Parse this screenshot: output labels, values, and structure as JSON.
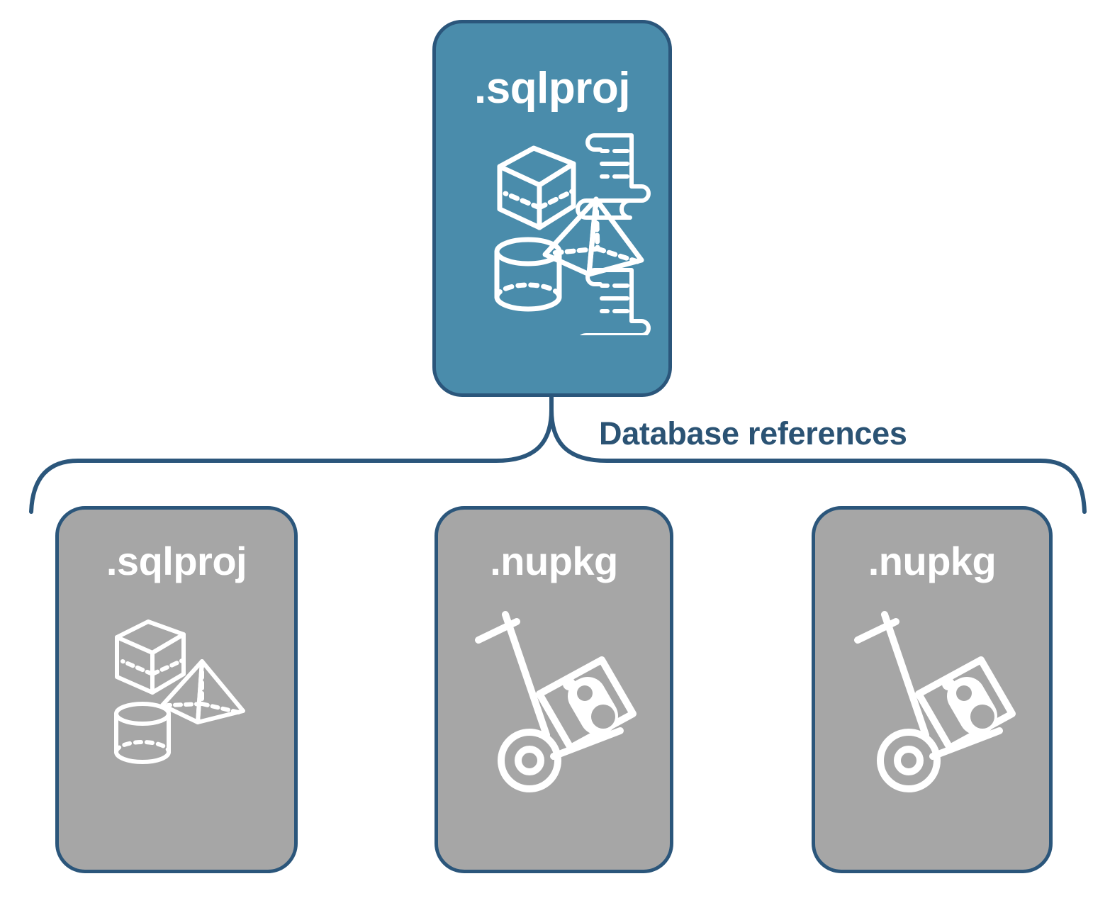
{
  "diagram": {
    "title_text": "Database references",
    "colors": {
      "card_border": "#2b567b",
      "card_teal_fill": "#4a8cab",
      "card_gray_fill": "#a6a6a6",
      "label_text": "#2b5374",
      "icon_stroke": "#ffffff",
      "background": "#ffffff"
    },
    "parent": {
      "label": ".sqlproj",
      "fill": "teal",
      "icons": [
        "cube-icon",
        "scroll-icon",
        "pyramid-icon",
        "cylinder-icon",
        "scroll-icon"
      ]
    },
    "connector": {
      "label": "Database references",
      "style": "curly-brace",
      "direction": "one-to-many"
    },
    "children": [
      {
        "label": ".sqlproj",
        "fill": "gray",
        "icons": [
          "cube-icon",
          "pyramid-icon",
          "cylinder-icon"
        ]
      },
      {
        "label": ".nupkg",
        "fill": "gray",
        "icons": [
          "hand-truck-package-icon"
        ]
      },
      {
        "label": ".nupkg",
        "fill": "gray",
        "icons": [
          "hand-truck-package-icon"
        ]
      }
    ]
  }
}
